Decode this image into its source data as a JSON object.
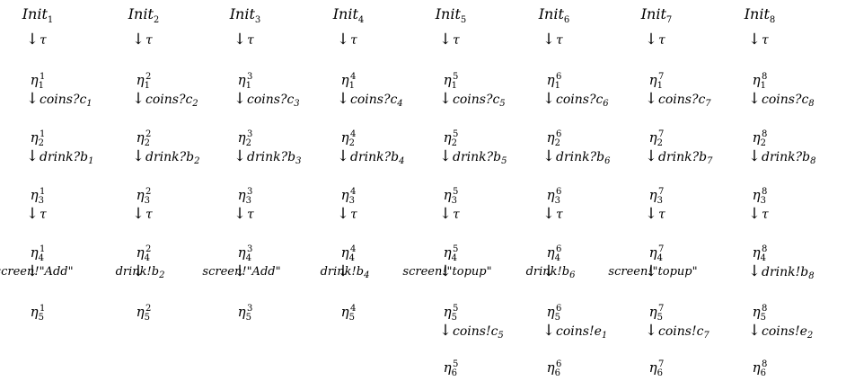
{
  "diagram": {
    "columns": [
      {
        "init": {
          "base": "Init",
          "sub": "1"
        },
        "nodes": [
          {
            "base": "η",
            "sub": "1",
            "sup": "1"
          },
          {
            "base": "η",
            "sub": "2",
            "sup": "1"
          },
          {
            "base": "η",
            "sub": "3",
            "sup": "1"
          },
          {
            "base": "η",
            "sub": "4",
            "sup": "1"
          },
          {
            "base": "η",
            "sub": "5",
            "sup": "1"
          }
        ],
        "edges": [
          {
            "text": "τ",
            "sub": ""
          },
          {
            "text": "coins?c",
            "sub": "1"
          },
          {
            "text": "drink?b",
            "sub": "1"
          },
          {
            "text": "τ",
            "sub": ""
          },
          {
            "text": "screen!\"Add\"",
            "sub": "",
            "style": "overlay"
          }
        ]
      },
      {
        "init": {
          "base": "Init",
          "sub": "2"
        },
        "nodes": [
          {
            "base": "η",
            "sub": "1",
            "sup": "2"
          },
          {
            "base": "η",
            "sub": "2",
            "sup": "2"
          },
          {
            "base": "η",
            "sub": "3",
            "sup": "2"
          },
          {
            "base": "η",
            "sub": "4",
            "sup": "2"
          },
          {
            "base": "η",
            "sub": "5",
            "sup": "2"
          }
        ],
        "edges": [
          {
            "text": "τ",
            "sub": ""
          },
          {
            "text": "coins?c",
            "sub": "2"
          },
          {
            "text": "drink?b",
            "sub": "2"
          },
          {
            "text": "τ",
            "sub": ""
          },
          {
            "text": "drink!b",
            "sub": "2",
            "style": "overlay"
          }
        ]
      },
      {
        "init": {
          "base": "Init",
          "sub": "3"
        },
        "nodes": [
          {
            "base": "η",
            "sub": "1",
            "sup": "3"
          },
          {
            "base": "η",
            "sub": "2",
            "sup": "3"
          },
          {
            "base": "η",
            "sub": "3",
            "sup": "3"
          },
          {
            "base": "η",
            "sub": "4",
            "sup": "3"
          },
          {
            "base": "η",
            "sub": "5",
            "sup": "3"
          }
        ],
        "edges": [
          {
            "text": "τ",
            "sub": ""
          },
          {
            "text": "coins?c",
            "sub": "3"
          },
          {
            "text": "drink?b",
            "sub": "3"
          },
          {
            "text": "τ",
            "sub": ""
          },
          {
            "text": "screen!\"Add\"",
            "sub": "",
            "style": "overlay"
          }
        ]
      },
      {
        "init": {
          "base": "Init",
          "sub": "4"
        },
        "nodes": [
          {
            "base": "η",
            "sub": "1",
            "sup": "4"
          },
          {
            "base": "η",
            "sub": "2",
            "sup": "4"
          },
          {
            "base": "η",
            "sub": "3",
            "sup": "4"
          },
          {
            "base": "η",
            "sub": "4",
            "sup": "4"
          },
          {
            "base": "η",
            "sub": "5",
            "sup": "4"
          }
        ],
        "edges": [
          {
            "text": "τ",
            "sub": ""
          },
          {
            "text": "coins?c",
            "sub": "4"
          },
          {
            "text": "drink?b",
            "sub": "4"
          },
          {
            "text": "τ",
            "sub": ""
          },
          {
            "text": "drink!b",
            "sub": "4",
            "style": "overlay"
          }
        ]
      },
      {
        "init": {
          "base": "Init",
          "sub": "5"
        },
        "nodes": [
          {
            "base": "η",
            "sub": "1",
            "sup": "5"
          },
          {
            "base": "η",
            "sub": "2",
            "sup": "5"
          },
          {
            "base": "η",
            "sub": "3",
            "sup": "5"
          },
          {
            "base": "η",
            "sub": "4",
            "sup": "5"
          },
          {
            "base": "η",
            "sub": "5",
            "sup": "5"
          },
          {
            "base": "η",
            "sub": "6",
            "sup": "5"
          }
        ],
        "edges": [
          {
            "text": "τ",
            "sub": ""
          },
          {
            "text": "coins?c",
            "sub": "5"
          },
          {
            "text": "drink?b",
            "sub": "5"
          },
          {
            "text": "τ",
            "sub": ""
          },
          {
            "text": "screen!\"topup\"",
            "sub": "",
            "style": "overlay"
          },
          {
            "text": "coins!c",
            "sub": "5"
          }
        ]
      },
      {
        "init": {
          "base": "Init",
          "sub": "6"
        },
        "nodes": [
          {
            "base": "η",
            "sub": "1",
            "sup": "6"
          },
          {
            "base": "η",
            "sub": "2",
            "sup": "6"
          },
          {
            "base": "η",
            "sub": "3",
            "sup": "6"
          },
          {
            "base": "η",
            "sub": "4",
            "sup": "6"
          },
          {
            "base": "η",
            "sub": "5",
            "sup": "6"
          },
          {
            "base": "η",
            "sub": "6",
            "sup": "6"
          }
        ],
        "edges": [
          {
            "text": "τ",
            "sub": ""
          },
          {
            "text": "coins?c",
            "sub": "6"
          },
          {
            "text": "drink?b",
            "sub": "6"
          },
          {
            "text": "τ",
            "sub": ""
          },
          {
            "text": "drink!b",
            "sub": "6",
            "style": "overlay"
          },
          {
            "text": "coins!e",
            "sub": "1"
          }
        ]
      },
      {
        "init": {
          "base": "Init",
          "sub": "7"
        },
        "nodes": [
          {
            "base": "η",
            "sub": "1",
            "sup": "7"
          },
          {
            "base": "η",
            "sub": "2",
            "sup": "7"
          },
          {
            "base": "η",
            "sub": "3",
            "sup": "7"
          },
          {
            "base": "η",
            "sub": "4",
            "sup": "7"
          },
          {
            "base": "η",
            "sub": "5",
            "sup": "7"
          },
          {
            "base": "η",
            "sub": "6",
            "sup": "7"
          }
        ],
        "edges": [
          {
            "text": "τ",
            "sub": ""
          },
          {
            "text": "coins?c",
            "sub": "7"
          },
          {
            "text": "drink?b",
            "sub": "7"
          },
          {
            "text": "τ",
            "sub": ""
          },
          {
            "text": "screen!\"topup\"",
            "sub": "",
            "style": "overlay"
          },
          {
            "text": "coins!c",
            "sub": "7"
          }
        ]
      },
      {
        "init": {
          "base": "Init",
          "sub": "8"
        },
        "nodes": [
          {
            "base": "η",
            "sub": "1",
            "sup": "8"
          },
          {
            "base": "η",
            "sub": "2",
            "sup": "8"
          },
          {
            "base": "η",
            "sub": "3",
            "sup": "8"
          },
          {
            "base": "η",
            "sub": "4",
            "sup": "8"
          },
          {
            "base": "η",
            "sub": "5",
            "sup": "8"
          },
          {
            "base": "η",
            "sub": "6",
            "sup": "8"
          }
        ],
        "edges": [
          {
            "text": "τ",
            "sub": ""
          },
          {
            "text": "coins?c",
            "sub": "8"
          },
          {
            "text": "drink?b",
            "sub": "8"
          },
          {
            "text": "τ",
            "sub": ""
          },
          {
            "text": "drink!b",
            "sub": "8",
            "style": "side"
          },
          {
            "text": "coins!e",
            "sub": "2"
          }
        ]
      }
    ]
  }
}
